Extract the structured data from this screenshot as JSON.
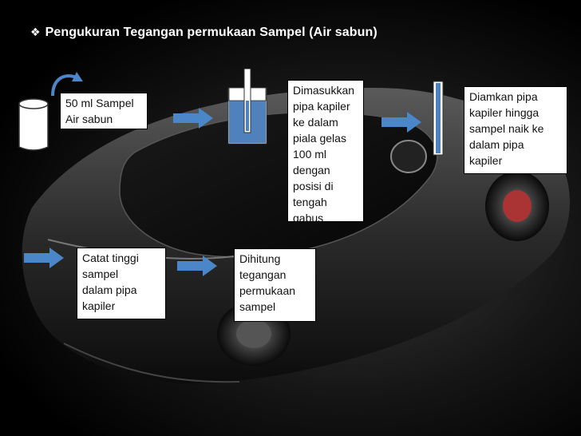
{
  "slide": {
    "title_bullet": "❖",
    "title": "Pengukuran Tegangan permukaan Sampel (Air sabun)"
  },
  "steps": {
    "step1": "50 ml Sampel\nAir sabun",
    "step2": "Dimasukkan\npipa kapiler\nke dalam\npiala gelas\n100 ml\ndengan\nposisi di\ntengah gabus",
    "step3": "Diamkan pipa\nkapiler hingga\nsampel naik ke\ndalam pipa\nkapiler",
    "step4": "Catat tinggi\nsampel\ndalam pipa\nkapiler",
    "step5": "Dihitung\ntegangan\npermukaan\nsampel"
  },
  "colors": {
    "arrow": "#4a86c8",
    "liquid": "#4f81bd",
    "box_bg": "#ffffff"
  },
  "icons": [
    "beaker-icon",
    "rotate-arrow-icon",
    "glass-with-capillary-icon",
    "capillary-tube-icon",
    "right-arrow-icon"
  ]
}
